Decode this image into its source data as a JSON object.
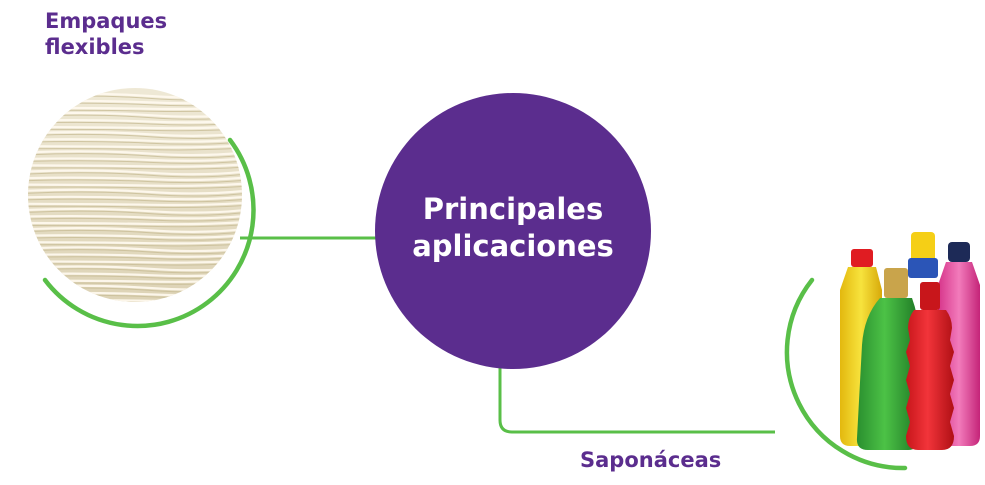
{
  "center": {
    "title": "Principales aplicaciones"
  },
  "applications": [
    {
      "label": "Empaques flexibles",
      "image": "stacked-paper-sheets-photo"
    },
    {
      "label": "Saponáceas",
      "image": "cleaning-bottles-photo"
    }
  ],
  "colors": {
    "purple": "#5b2d8e",
    "green": "#59bf48",
    "white": "#ffffff"
  }
}
